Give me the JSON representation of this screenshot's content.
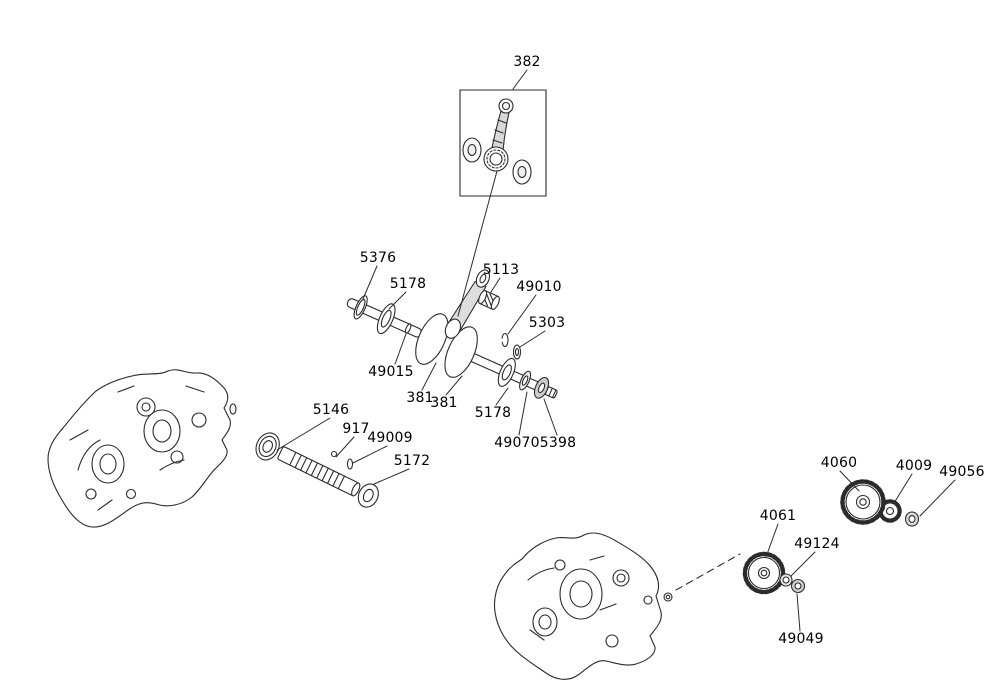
{
  "page": {
    "background": "#ffffff"
  },
  "diagram": {
    "line_color": "#2b2b2b",
    "label_color": "#000000"
  },
  "labels": [
    {
      "text": "382"
    },
    {
      "text": "5376"
    },
    {
      "text": "5178"
    },
    {
      "text": "5113"
    },
    {
      "text": "49010"
    },
    {
      "text": "5303"
    },
    {
      "text": "49015"
    },
    {
      "text": "381"
    },
    {
      "text": "381"
    },
    {
      "text": "5178"
    },
    {
      "text": "49070"
    },
    {
      "text": "5398"
    },
    {
      "text": "5146"
    },
    {
      "text": "917"
    },
    {
      "text": "49009"
    },
    {
      "text": "5172"
    },
    {
      "text": "4060"
    },
    {
      "text": "4009"
    },
    {
      "text": "49056"
    },
    {
      "text": "4061"
    },
    {
      "text": "49124"
    },
    {
      "text": "49049"
    }
  ]
}
